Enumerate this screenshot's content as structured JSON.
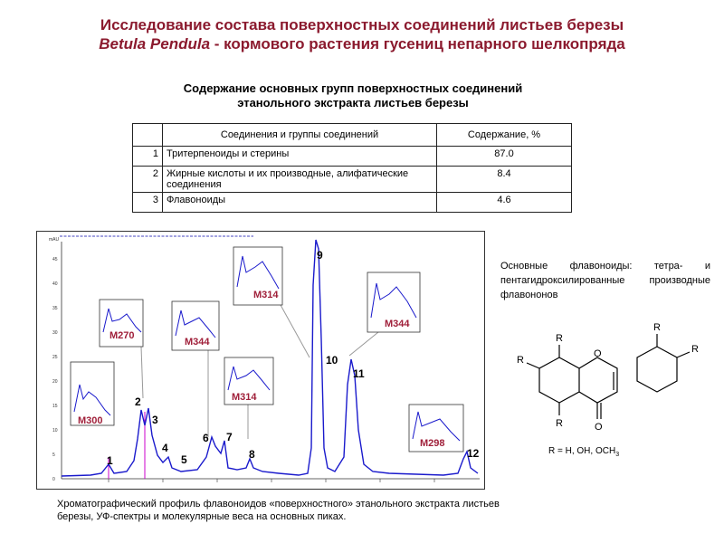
{
  "title_line1": "Исследование состава поверхностных соединений листьев березы",
  "title_species": "Betula Pendula",
  "title_line2_rest": " - кормового растения гусениц непарного шелкопряда",
  "subtitle_line1": "Содержание основных групп поверхностных соединений",
  "subtitle_line2": "этанольного экстракта листьев березы",
  "table": {
    "headers": [
      "",
      "Соединения и группы соединений",
      "Содержание, %"
    ],
    "rows": [
      {
        "n": "1",
        "name": "Тритерпеноиды и стерины",
        "value": "87.0"
      },
      {
        "n": "2",
        "name": "Жирные кислоты и их производные, алифатические соединения",
        "value": "8.4"
      },
      {
        "n": "3",
        "name": "Флавоноиды",
        "value": "4.6"
      }
    ]
  },
  "chromatogram": {
    "y_unit": "mAU",
    "y_ticks": [
      "0",
      "5",
      "10",
      "15",
      "20",
      "25",
      "30",
      "35",
      "40",
      "45"
    ],
    "peak_numbers": [
      "1",
      "2",
      "3",
      "4",
      "5",
      "6",
      "7",
      "8",
      "9",
      "10",
      "11",
      "12"
    ],
    "mass_labels": [
      "M300",
      "M270",
      "M344",
      "M314",
      "M314",
      "M344",
      "M298"
    ]
  },
  "caption": "Хроматографический профиль флавоноидов «поверхностного» этанольного экстракта листьев березы, УФ-спектры и молекулярные веса на основных пиках.",
  "side_text": "Основные флавоноиды: тетра- и пентагидроксилированные производные флавононов",
  "structure": {
    "atom_R": "R",
    "atom_O": "O",
    "formula": "R = H, OH, OCH",
    "formula_sub": "3"
  },
  "colors": {
    "title": "#8b1a2e",
    "trace": "#1a1acc",
    "mass_label": "#a0203a",
    "marker": "#cc00cc"
  }
}
